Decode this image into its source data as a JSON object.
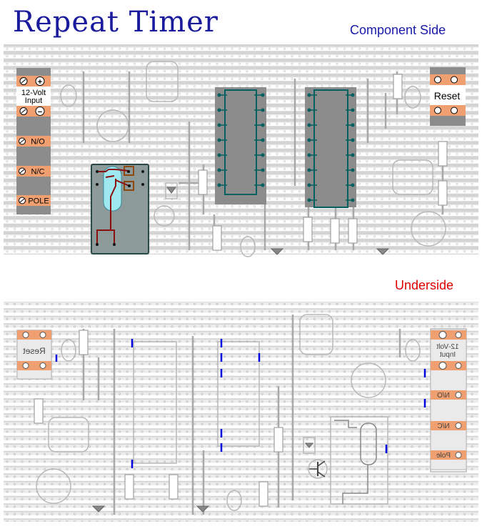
{
  "title": "Repeat Timer",
  "component_side_label": "Component Side",
  "underside_label": "Underside",
  "component_side": {
    "power_terminal_label_line1": "12-Volt",
    "power_terminal_label_line2": "Input",
    "plus_symbol": "+",
    "minus_symbol": "−",
    "relay_terminals": [
      "N/O",
      "N/C",
      "POLE"
    ],
    "reset_label": "Reset"
  },
  "underside": {
    "reset_label": "Reset",
    "power_terminal_label_line1": "12-Volt",
    "power_terminal_label_line2": "Input",
    "relay_terminals": [
      "N/O",
      "N/C",
      "Pole"
    ]
  },
  "colors": {
    "title": "#1a1a9c",
    "component_side_label": "#1a1aa8",
    "underside_label": "#e00000",
    "strip": "#c8c8c8",
    "terminal_block": "#8c8c8c",
    "terminal_highlight": "#f0a070",
    "relay_body": "#8c9a9a",
    "relay_coil": "#9ee8f0",
    "wiring_red": "#8c1010",
    "ic_body": "#8c8c8c",
    "ic_outline": "#006060",
    "link_blue": "#0000e0"
  }
}
